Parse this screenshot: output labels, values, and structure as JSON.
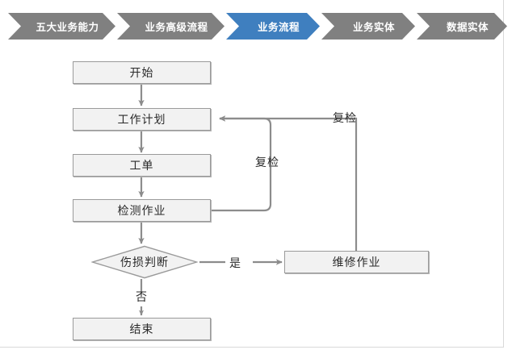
{
  "breadcrumb": {
    "items": [
      {
        "label": "五大业务能力",
        "active": false
      },
      {
        "label": "业务高级流程",
        "active": false
      },
      {
        "label": "业务流程",
        "active": true
      },
      {
        "label": "业务实体",
        "active": false
      },
      {
        "label": "数据实体",
        "active": false
      }
    ],
    "colors": {
      "inactive": "#808080",
      "active": "#3f7fbf",
      "text": "#ffffff"
    }
  },
  "flowchart": {
    "title": "业务流程",
    "colors": {
      "node_fill": "#f2f2f2",
      "node_border": "#9a9a9a",
      "connector": "#8c8c8c",
      "text": "#2b2b2b"
    },
    "nodes": {
      "start": {
        "label": "开始",
        "shape": "rect"
      },
      "work_plan": {
        "label": "工作计划",
        "shape": "rect"
      },
      "work_order": {
        "label": "工单",
        "shape": "rect"
      },
      "inspection": {
        "label": "检测作业",
        "shape": "rect"
      },
      "decision": {
        "label": "伤损判断",
        "shape": "diamond"
      },
      "repair": {
        "label": "维修作业",
        "shape": "rect"
      },
      "end": {
        "label": "结束",
        "shape": "rect"
      }
    },
    "edge_labels": {
      "recheck_inner": "复检",
      "recheck_outer": "复检",
      "yes": "是",
      "no": "否"
    }
  }
}
